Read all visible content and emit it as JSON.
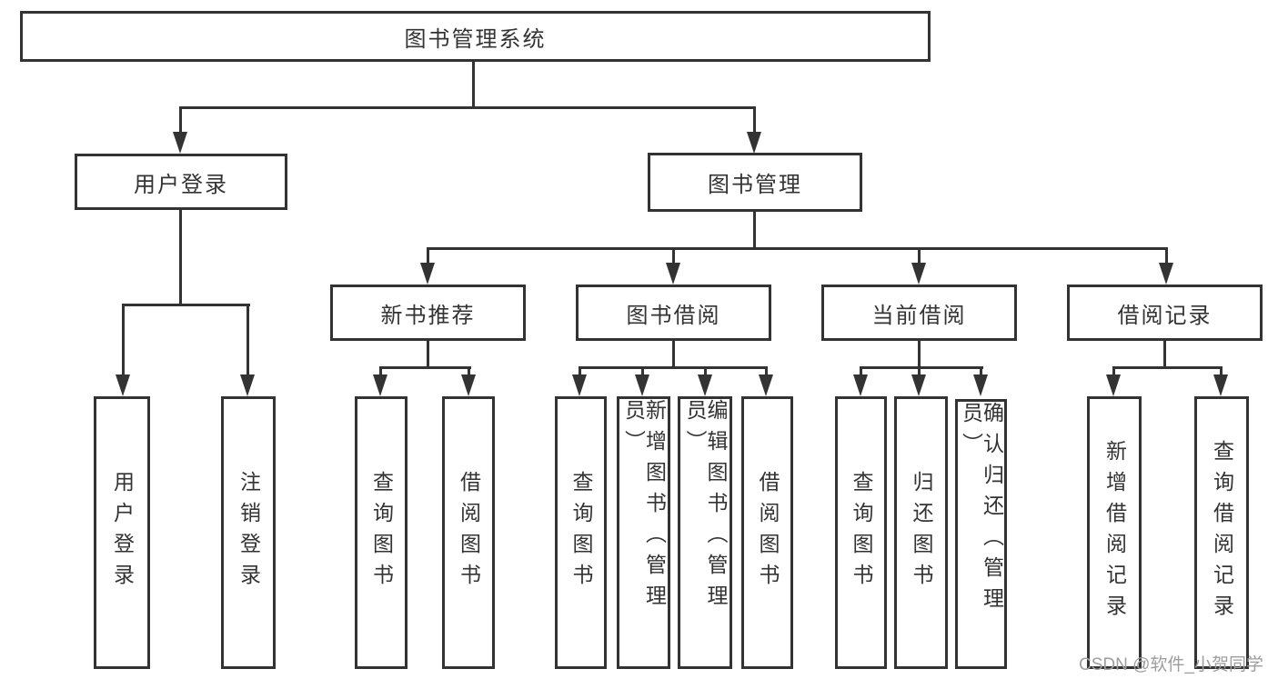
{
  "diagram": {
    "root": {
      "label": "图书管理系统"
    },
    "level2": {
      "user_login": {
        "label": "用户登录"
      },
      "book_management": {
        "label": "图书管理"
      }
    },
    "level3": {
      "new_book_recommend": {
        "label": "新书推荐"
      },
      "book_borrowing": {
        "label": "图书借阅"
      },
      "current_borrowing": {
        "label": "当前借阅"
      },
      "borrowing_records": {
        "label": "借阅记录"
      }
    },
    "leaves": {
      "user_login_leaf": {
        "label": "用户登录"
      },
      "logout": {
        "label": "注销登录"
      },
      "nb_query_books": {
        "label": "查询图书"
      },
      "nb_borrow_books": {
        "label": "借阅图书"
      },
      "bb_query_books": {
        "label": "查询图书"
      },
      "bb_add_books_admin": {
        "label": "新增图书（管理员）"
      },
      "bb_edit_books_admin": {
        "label": "编辑图书（管理员）"
      },
      "bb_borrow_books": {
        "label": "借阅图书"
      },
      "cb_query_books": {
        "label": "查询图书"
      },
      "cb_return_books": {
        "label": "归还图书"
      },
      "cb_confirm_return_admin": {
        "label": "确认归还（管理员）"
      },
      "br_add_borrow_record": {
        "label": "新增借阅记录"
      },
      "br_query_borrow_record": {
        "label": "查询借阅记录"
      }
    }
  },
  "watermark": {
    "text": "CSDN @软件_小贺同学"
  },
  "colors": {
    "line": "#333333",
    "text": "#333333",
    "watermark": "#9e9e9e",
    "background": "#ffffff"
  }
}
